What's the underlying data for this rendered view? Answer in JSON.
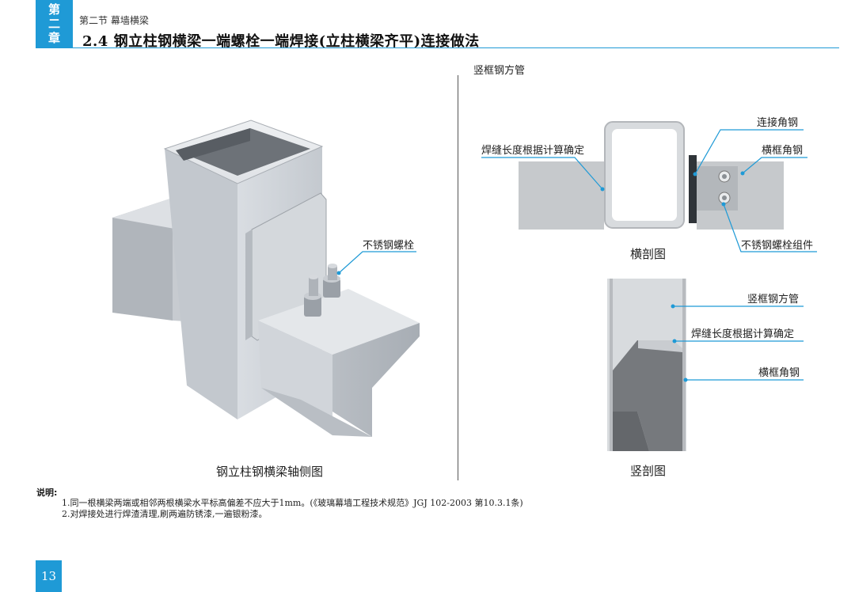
{
  "chapter_tab": {
    "line1": "第",
    "line2": "二",
    "line3": "章"
  },
  "header": {
    "section": "第二节 幕墙横梁",
    "title": "2.4 钢立柱钢横梁一端螺栓一端焊接(立柱横梁齐平)连接做法"
  },
  "left_figure": {
    "caption": "钢立柱钢横梁轴侧图",
    "label_bolt": "不锈钢螺栓"
  },
  "cross_section": {
    "top_label": "竖框钢方管",
    "label_weld": "焊缝长度根据计算确定",
    "label_connect_angle": "连接角钢",
    "label_beam_angle": "横框角钢",
    "label_bolt_assembly": "不锈钢螺栓组件",
    "caption": "横剖图"
  },
  "vertical_section": {
    "label_tube": "竖框钢方管",
    "label_weld": "焊缝长度根据计算确定",
    "label_beam_angle": "横框角钢",
    "caption": "竖剖图"
  },
  "notes": {
    "title": "说明:",
    "item1": "1.同一根横梁两端或相邻两根横梁水平标高偏差不应大于1mm。(《玻璃幕墙工程技术规范》JGJ 102-2003 第10.3.1条)",
    "item2": "2.对焊接处进行焊渣清理,刷两遍防锈漆,一遍银粉漆。"
  },
  "page_number": "13",
  "colors": {
    "accent": "#1f9ad6",
    "leader": "#1f9ad6"
  }
}
